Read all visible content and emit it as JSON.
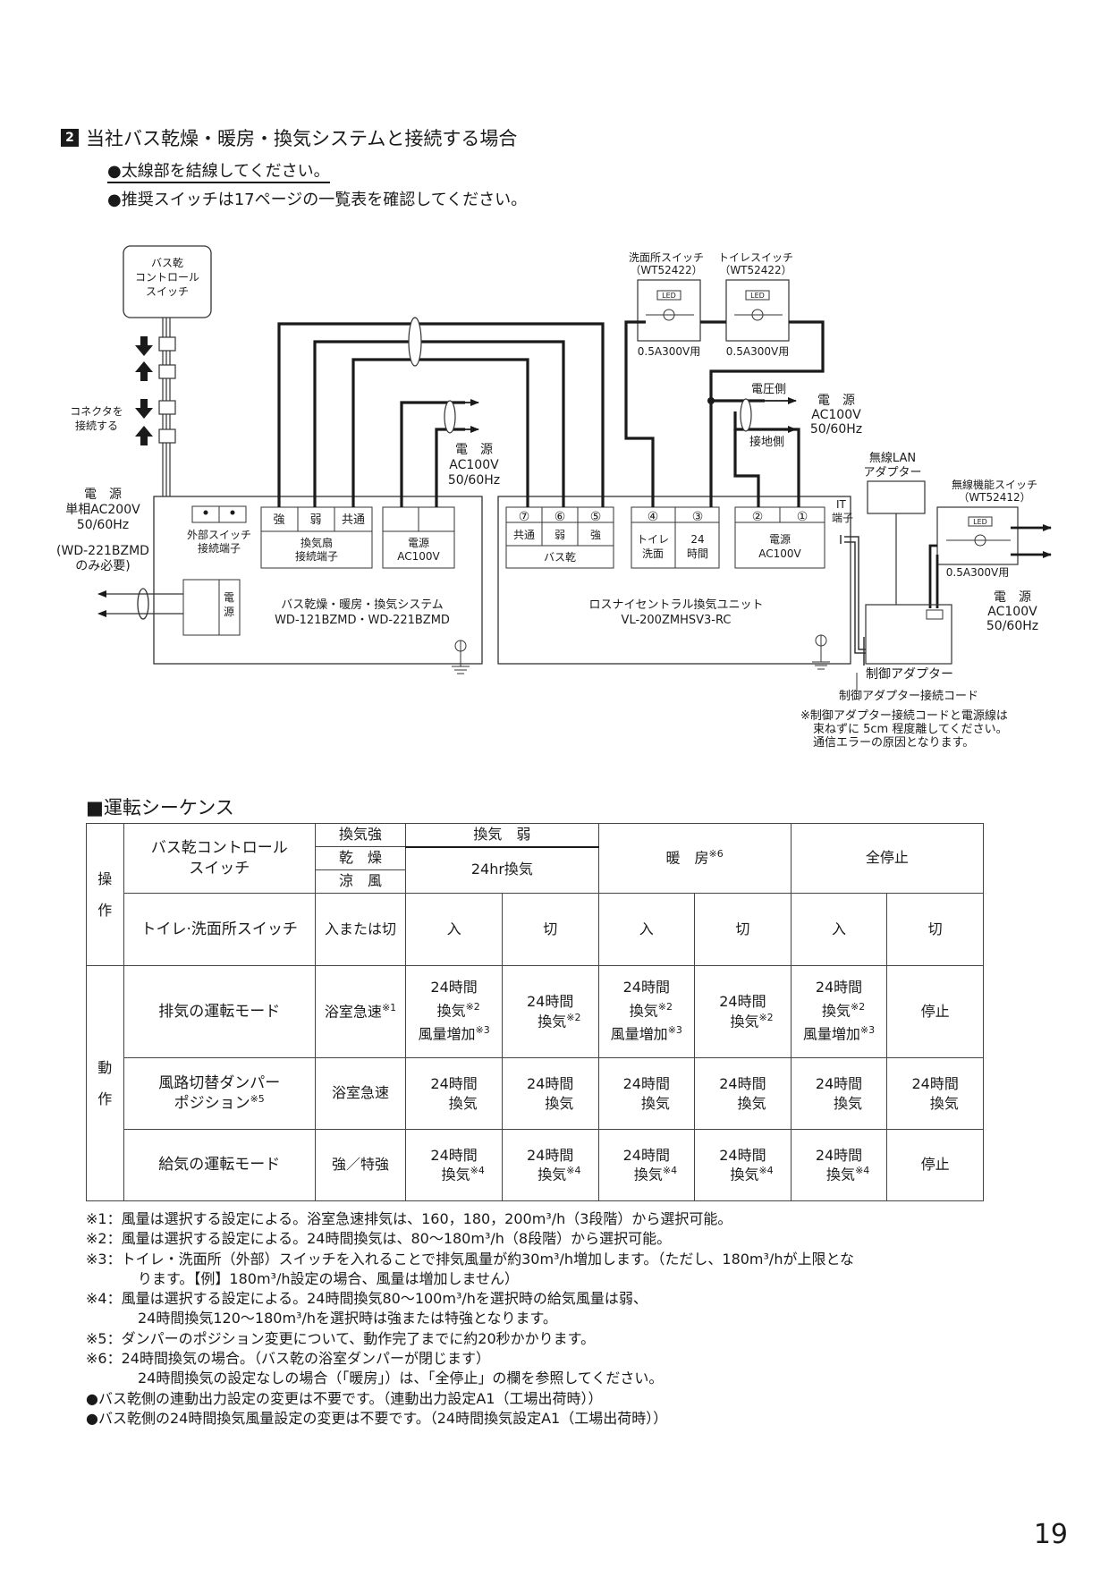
{
  "section": {
    "number": "2",
    "title": "当社バス乾燥・暖房・換気システムと接続する場合",
    "bullet1": "●太線部を結線してください。",
    "bullet2": "●推奨スイッチは17ページの一覧表を確認してください。"
  },
  "diagram": {
    "ctrl_switch": [
      "バス乾",
      "コントロール",
      "スイッチ"
    ],
    "connector_note": [
      "コネクタを",
      "接続する"
    ],
    "power_left": [
      "電　源",
      "単相AC200V",
      "50/60Hz"
    ],
    "wd_note": [
      "(WD-221BZMD",
      "のみ必要)"
    ],
    "ext_switch_terminal": [
      "外部スイッチ",
      "接続端子"
    ],
    "fan_terminals": {
      "t1": "強",
      "t2": "弱",
      "t3": "共通",
      "label": [
        "換気扇",
        "接続端子"
      ]
    },
    "bath_power_terminal": [
      "電源",
      "AC100V"
    ],
    "dengen_vertical": [
      "電",
      "源"
    ],
    "bath_system_name": [
      "バス乾燥・暖房・換気システム",
      "WD-121BZMD・WD-221BZMD"
    ],
    "power_mid": [
      "電　源",
      "AC100V",
      "50/60Hz"
    ],
    "unit_terminals": {
      "n7": "⑦",
      "n6": "⑥",
      "n5": "⑤",
      "n4": "④",
      "n3": "③",
      "n2": "②",
      "n1": "①",
      "kyotsu": "共通",
      "jaku": "弱",
      "kyo": "強",
      "basukan": "バス乾",
      "toilet": [
        "トイレ",
        "洗面"
      ],
      "h24": [
        "24",
        "時間"
      ],
      "unit_power": [
        "電源",
        "AC100V"
      ]
    },
    "it_terminal": [
      "IT",
      "端子"
    ],
    "unit_name": [
      "ロスナイセントラル換気ユニット",
      "VL-200ZMHSV3-RC"
    ],
    "senmen_switch": [
      "洗面所スイッチ",
      "（WT52422）"
    ],
    "toilet_switch": [
      "トイレスイッチ",
      "（WT52422）"
    ],
    "led": "LED",
    "rating": "0.5A300V用",
    "voltage_side": "電圧側",
    "ground_side": "接地側",
    "power_right": [
      "電　源",
      "AC100V",
      "50/60Hz"
    ],
    "wlan_adapter": [
      "無線LAN",
      "アダプター"
    ],
    "wireless_switch": [
      "無線機能スイッチ",
      "（WT52412）"
    ],
    "ctrl_adapter": "制御アダプター",
    "ctrl_adapter_cord": "制御アダプター接続コード",
    "cord_note": [
      "※制御アダプター接続コードと電源線は",
      "束ねずに 5cm 程度離してください。",
      "通信エラーの原因となります。"
    ]
  },
  "sequence": {
    "title": "■運転シーケンス",
    "side_op": [
      "操",
      "作"
    ],
    "side_act": [
      "動",
      "作"
    ],
    "ctrl_label": [
      "バス乾コントロール",
      "スイッチ"
    ],
    "mode_kyo": "換気強",
    "mode_kansou": "乾　燥",
    "mode_ryofu": "涼　風",
    "kanki_jaku": "換気　弱",
    "h24_kanki": "24hr換気",
    "danbou": "暖　房",
    "danbou_note": "※6",
    "zenteishi": "全停止",
    "toilet_switch_label": "トイレ·洗面所スイッチ",
    "on_or_off": "入または切",
    "on": "入",
    "off": "切",
    "exhaust_label": "排気の運転モード",
    "exhaust_first": "浴室急速",
    "exhaust_first_note": "※1",
    "h24": "24時間",
    "kanki": "換気",
    "note2": "※2",
    "furyo": "風量増加",
    "note3": "※3",
    "teishi": "停止",
    "damper_label_1": "風路切替ダンパー",
    "damper_label_2": "ポジション",
    "note5": "※5",
    "damper_first": "浴室急速",
    "supply_label": "給気の運転モード",
    "supply_first": "強／特強",
    "note4": "※4"
  },
  "notes": [
    "※1：風量は選択する設定による。浴室急速排気は、160，180，200m³/h（3段階）から選択可能。",
    "※2：風量は選択する設定による。24時間換気は、80～180m³/h（8段階）から選択可能。",
    "※3：トイレ・洗面所（外部）スイッチを入れることで排気風量が約30m³/h増加します。（ただし、180m³/hが上限とな",
    "ります。【例】180m³/h設定の場合、風量は増加しません）",
    "※4：風量は選択する設定による。24時間換気80～100m³/hを選択時の給気風量は弱、",
    "24時間換気120～180m³/hを選択時は強または特強となります。",
    "※5：ダンパーのポジション変更について、動作完了までに約20秒かかります。",
    "※6：24時間換気の場合。（バス乾の浴室ダンパーが閉じます）",
    "24時間換気の設定なしの場合（「暖房」）は、「全停止」の欄を参照してください。",
    "●バス乾側の連動出力設定の変更は不要です。（連動出力設定A1（工場出荷時））",
    "●バス乾側の24時間換気風量設定の変更は不要です。（24時間換気設定A1（工場出荷時））"
  ],
  "page_number": "19"
}
